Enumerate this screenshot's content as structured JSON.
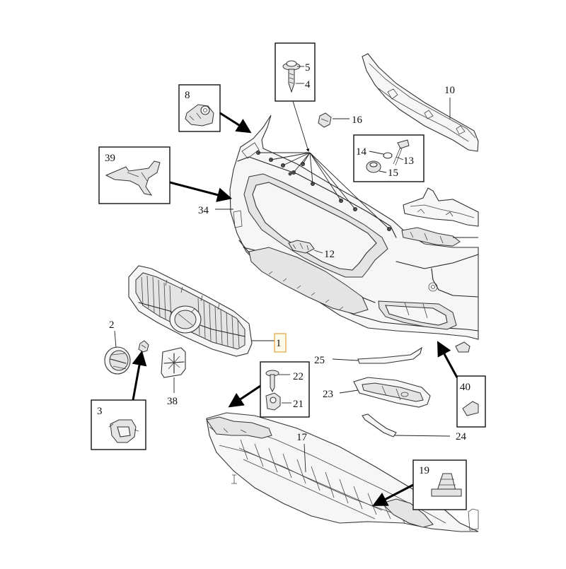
{
  "callouts": {
    "c1": "1",
    "c2": "2",
    "c3": "3",
    "c4": "4",
    "c5": "5",
    "c8": "8",
    "c10": "10",
    "c12": "12",
    "c13": "13",
    "c14": "14",
    "c15": "15",
    "c16": "16",
    "c17": "17",
    "c19": "19",
    "c21": "21",
    "c22": "22",
    "c23": "23",
    "c24": "24",
    "c25": "25",
    "c34": "34",
    "c38": "38",
    "c39": "39",
    "c40": "40"
  },
  "colors": {
    "line": "#222222",
    "highlight_border": "#e0a33a",
    "background": "#ffffff"
  }
}
